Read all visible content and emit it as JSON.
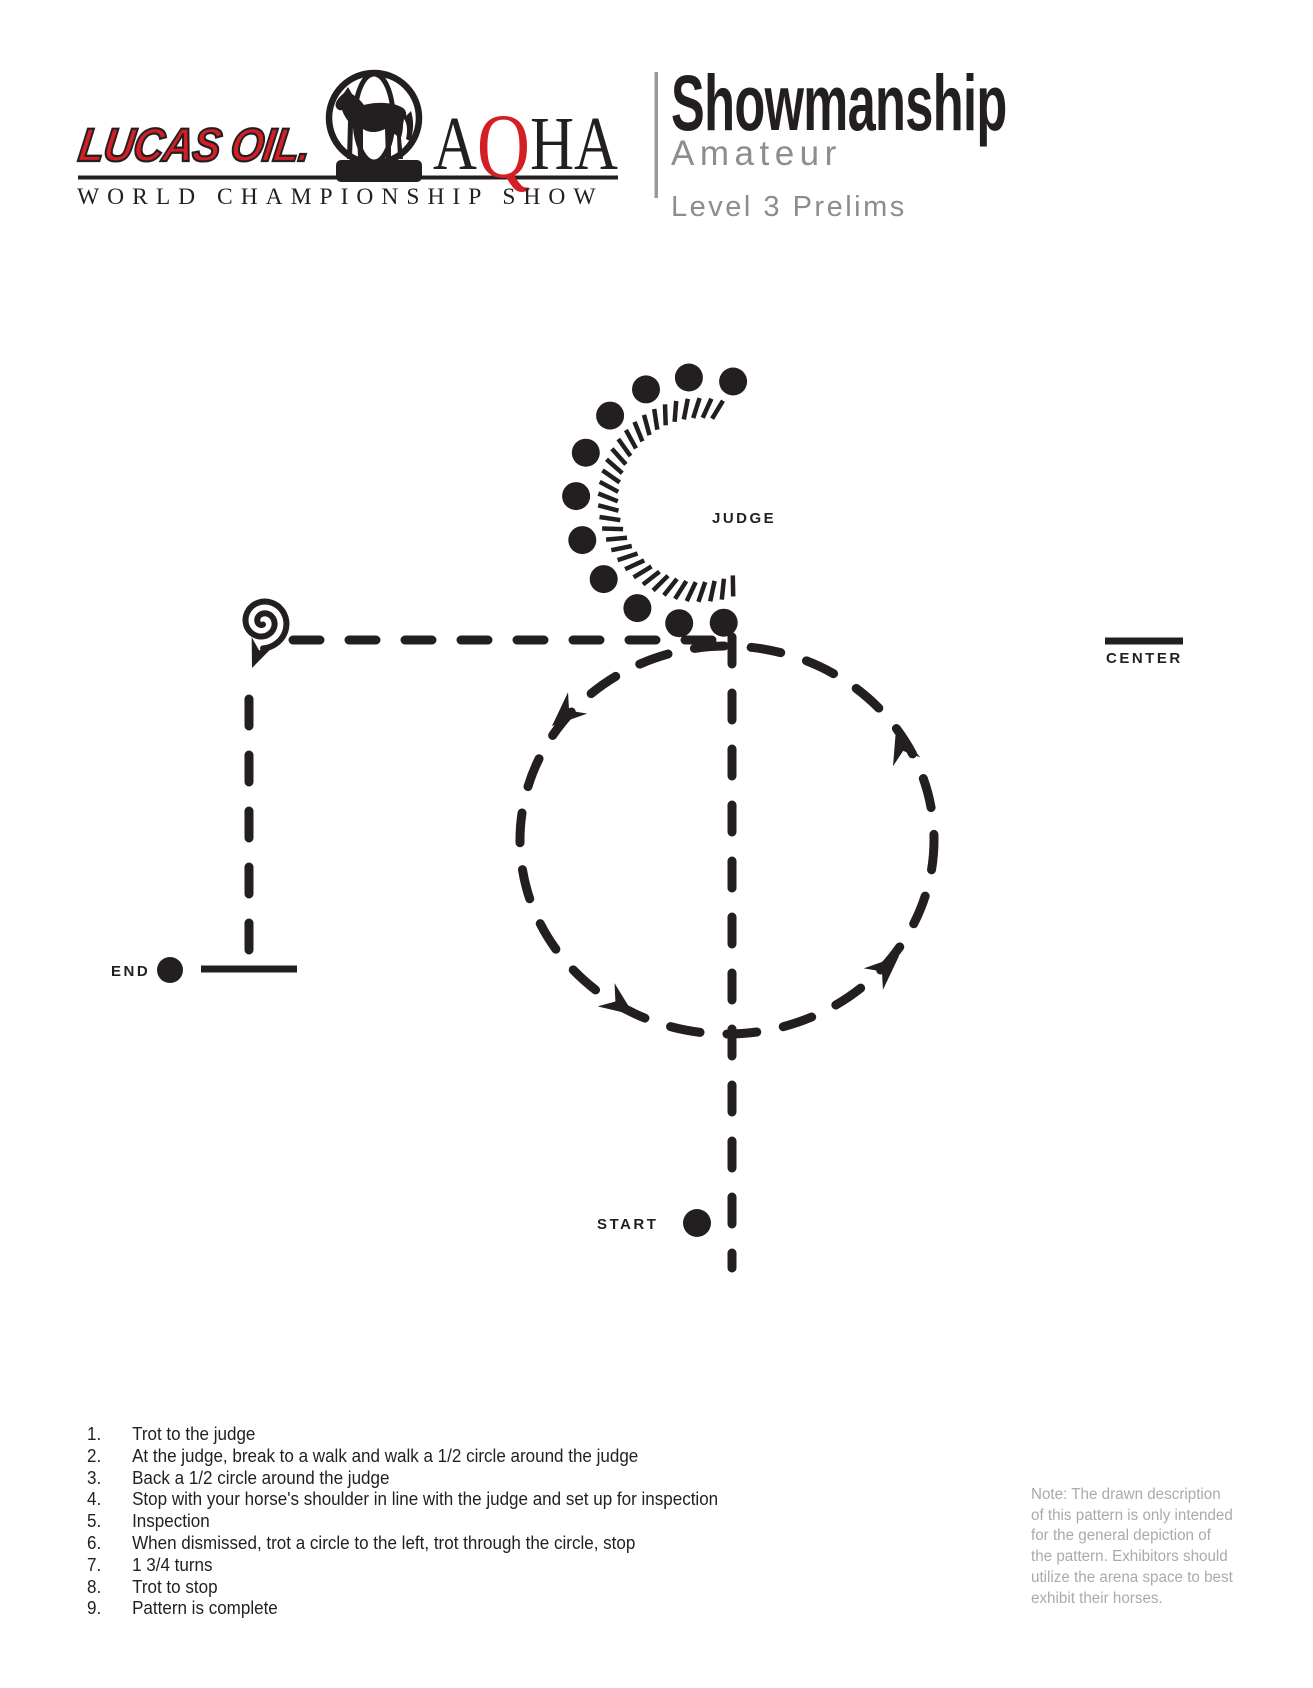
{
  "header": {
    "lucas_oil": "LUCAS OIL.",
    "aqha": {
      "a1": "A",
      "q": "Q",
      "ha": "HA"
    },
    "world_show": "WORLD CHAMPIONSHIP SHOW",
    "title": "Showmanship",
    "division": "Amateur",
    "level": "Level 3 Prelims"
  },
  "pattern": {
    "labels": {
      "judge": "JUDGE",
      "center": "CENTER",
      "start": "START",
      "end": "END"
    }
  },
  "instructions": [
    {
      "n": "1.",
      "t": "Trot to the judge"
    },
    {
      "n": "2.",
      "t": "At the judge, break to a walk and walk a 1/2 circle around the judge"
    },
    {
      "n": "3.",
      "t": "Back a 1/2 circle around the judge"
    },
    {
      "n": "4.",
      "t": "Stop with your horse's shoulder in line with the judge and set up for inspection"
    },
    {
      "n": "5.",
      "t": "Inspection"
    },
    {
      "n": "6.",
      "t": "When dismissed, trot a circle to the left, trot through the circle, stop"
    },
    {
      "n": "7.",
      "t": "1 3/4 turns"
    },
    {
      "n": "8.",
      "t": "Trot to stop"
    },
    {
      "n": "9.",
      "t": "Pattern is complete"
    }
  ],
  "note_lines": [
    "Note: The drawn description",
    "of this pattern is only intended",
    "for the general depiction of",
    "the pattern. Exhibitors should",
    "utilize the arena space to best",
    "exhibit their horses."
  ],
  "colors": {
    "brand_red": "#d41e25",
    "ink_black": "#231f20",
    "heading_gray": "#8b8d90",
    "note_gray": "#a8aaad"
  }
}
